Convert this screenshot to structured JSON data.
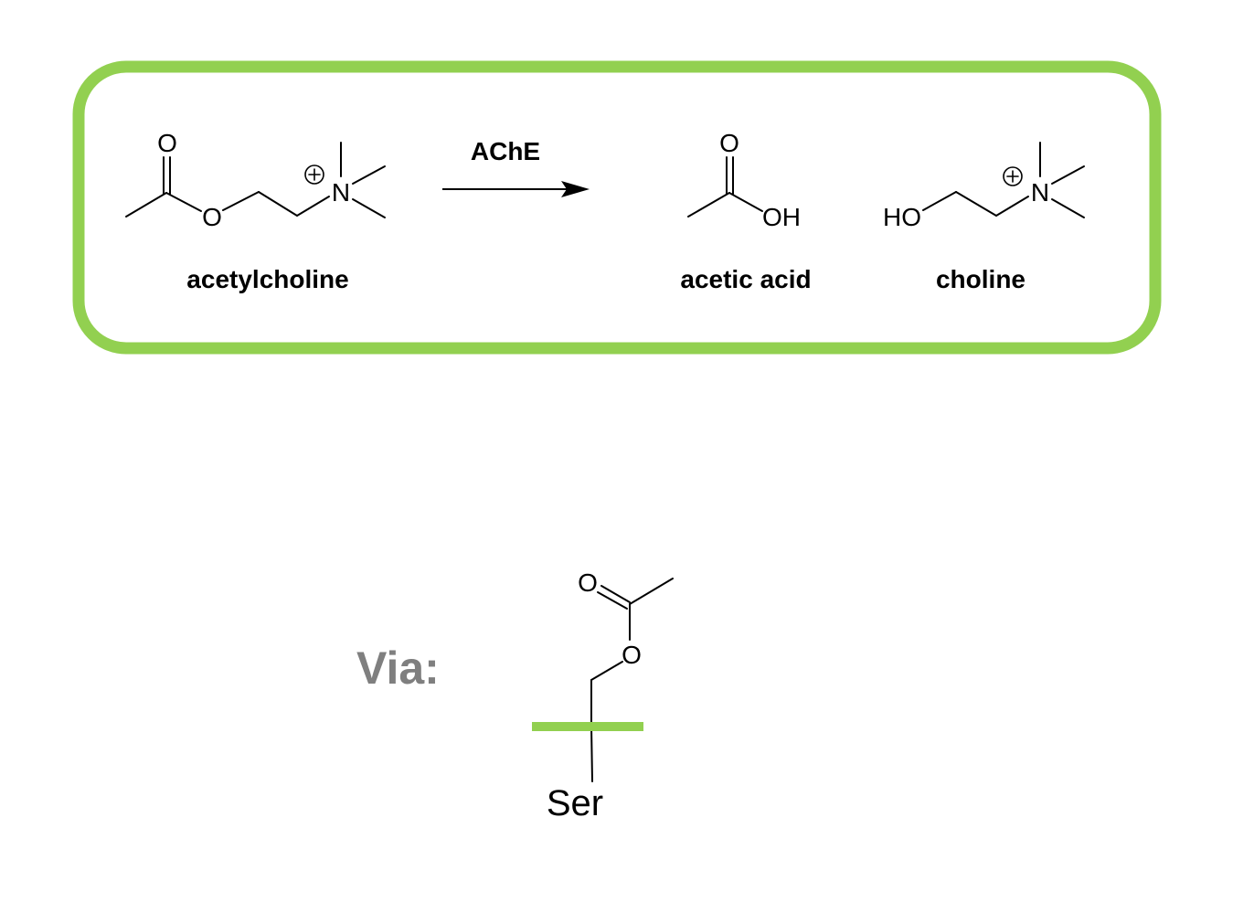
{
  "colors": {
    "frame": "#92d050",
    "via_text": "#7f7f7f",
    "ink": "#000000"
  },
  "reaction": {
    "reactant": {
      "name": "acetylcholine",
      "atoms": {
        "carbonyl_o": "O",
        "ester_o": "O",
        "nitrogen": "N",
        "charge": "+"
      }
    },
    "enzyme": "AChE",
    "products": [
      {
        "name": "acetic acid",
        "atoms": {
          "carbonyl_o": "O",
          "hydroxyl": "OH"
        }
      },
      {
        "name": "choline",
        "atoms": {
          "hydroxyl": "HO",
          "nitrogen": "N",
          "charge": "+"
        }
      }
    ]
  },
  "intermediate": {
    "label": "Via:",
    "atoms": {
      "carbonyl_o": "O",
      "ester_o": "O"
    },
    "residue": "Ser"
  }
}
